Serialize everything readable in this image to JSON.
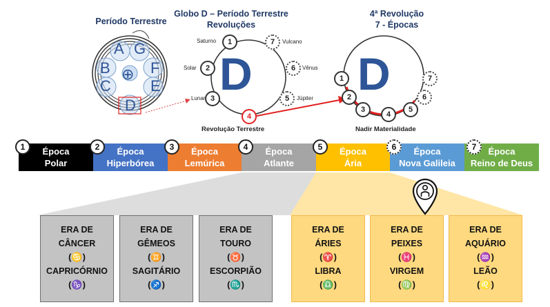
{
  "titles": {
    "periodo": "Período Terrestre",
    "globo_line1": "Globo D – Período Terrestre",
    "globo_line2": "Revoluções",
    "rev_line1": "4ª Revolução",
    "rev_line2": "7 - Épocas"
  },
  "globe_letters": [
    "A",
    "G",
    "B",
    "F",
    "C",
    "E",
    "D"
  ],
  "center_symbol": "⊕",
  "circle_letter": "D",
  "revolutions": [
    {
      "num": "1",
      "label": "Saturno"
    },
    {
      "num": "2",
      "label": "Solar"
    },
    {
      "num": "3",
      "label": "Lunar"
    },
    {
      "num": "4",
      "label": ""
    },
    {
      "num": "5",
      "label": "Júpiter"
    },
    {
      "num": "6",
      "label": "Vênus"
    },
    {
      "num": "7",
      "label": "Vulcano"
    }
  ],
  "captions": {
    "revolucao_terrestre": "Revolução Terrestre",
    "nadir": "Nadir Materialidade"
  },
  "epochs": [
    {
      "num": "1",
      "line1": "Época",
      "line2": "Polar",
      "color": "#000000"
    },
    {
      "num": "2",
      "line1": "Época",
      "line2": "Hiperbórea",
      "color": "#4472c4"
    },
    {
      "num": "3",
      "line1": "Época",
      "line2": "Lemúrica",
      "color": "#ed7d31"
    },
    {
      "num": "4",
      "line1": "Época",
      "line2": "Atlante",
      "color": "#a5a5a5"
    },
    {
      "num": "5",
      "line1": "Época",
      "line2": "Ária",
      "color": "#ffc000"
    },
    {
      "num": "6",
      "line1": "Época",
      "line2": "Nova Galileia",
      "color": "#5b9bd5"
    },
    {
      "num": "7",
      "line1": "Época",
      "line2": "Reino de Deus",
      "color": "#70ad47"
    }
  ],
  "eras": [
    {
      "l1": "ERA DE",
      "l2": "CÂNCER",
      "s1": "(♋)",
      "l3": "CAPRICÓRNIO",
      "s2": "(♑)"
    },
    {
      "l1": "ERA DE",
      "l2": "GÊMEOS",
      "s1": "(♊)",
      "l3": "SAGITÁRIO",
      "s2": "(♐)"
    },
    {
      "l1": "ERA DE",
      "l2": "TOURO",
      "s1": "(♉)",
      "l3": "ESCORPIÃO",
      "s2": "(♏)"
    },
    {
      "l1": "ERA DE",
      "l2": "ÁRIES",
      "s1": "(♈)",
      "l3": "LIBRA",
      "s2": "(♎)"
    },
    {
      "l1": "ERA DE",
      "l2": "PEIXES",
      "s1": "(♓)",
      "l3": "VIRGEM",
      "s2": "(♍)"
    },
    {
      "l1": "ERA DE",
      "l2": "AQUÁRIO",
      "s1": "(♒)",
      "l3": "LEÃO",
      "s2": "(♌)"
    }
  ],
  "colors": {
    "title": "#1f3864",
    "red": "#e02020",
    "gray_box": "#c3c3c3",
    "yellow_box": "#ffd97f"
  },
  "icons": {
    "location": "location-person-icon"
  }
}
